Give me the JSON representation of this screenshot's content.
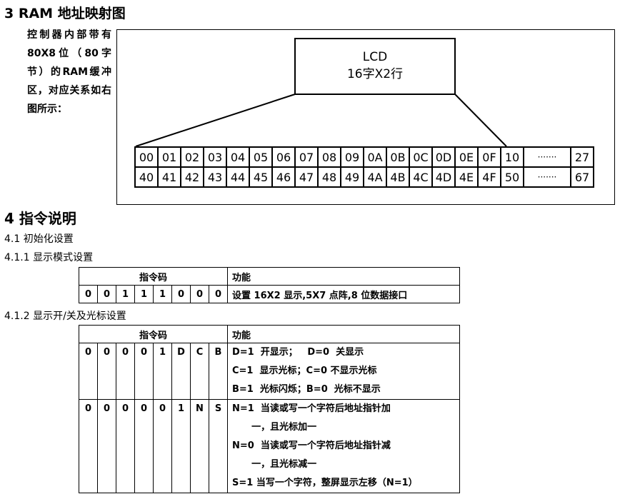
{
  "section3": {
    "title": "3 RAM 地址映射图"
  },
  "intro_text": "控制器内部带有80X8位（80字节）的RAM缓冲区，对应关系如右图所示：",
  "lcd_box": {
    "line1": "LCD",
    "line2": "16字X2行"
  },
  "ram_rows": [
    [
      "00",
      "01",
      "02",
      "03",
      "04",
      "05",
      "06",
      "07",
      "08",
      "09",
      "0A",
      "0B",
      "0C",
      "0D",
      "0E",
      "0F",
      "10",
      "·······",
      "27"
    ],
    [
      "40",
      "41",
      "42",
      "43",
      "44",
      "45",
      "46",
      "47",
      "48",
      "49",
      "4A",
      "4B",
      "4C",
      "4D",
      "4E",
      "4F",
      "50",
      "·······",
      "67"
    ]
  ],
  "section4": {
    "title": "4 指令说明"
  },
  "s41": "4.1 初始化设置",
  "s411": "4.1.1  显示模式设置",
  "s412": "4.1.2  显示开/关及光标设置",
  "table1": {
    "header_code": "指令码",
    "header_fn": "功能",
    "bits": [
      "0",
      "0",
      "1",
      "1",
      "1",
      "0",
      "0",
      "0"
    ],
    "fn": "设置 16X2 显示,5X7 点阵,8 位数据接口"
  },
  "table2": {
    "header_code": "指令码",
    "header_fn": "功能",
    "row1_bits": [
      "0",
      "0",
      "0",
      "0",
      "1",
      "D",
      "C",
      "B"
    ],
    "row1_fn": [
      "D=1  开显示；   D=0  关显示",
      "C=1  显示光标；C=0 不显示光标",
      "B=1  光标闪烁；B=0  光标不显示"
    ],
    "row2_bits": [
      "0",
      "0",
      "0",
      "0",
      "0",
      "1",
      "N",
      "S"
    ],
    "row2_fn": [
      "N=1  当读或写一个字符后地址指针加",
      "      一，且光标加一",
      "N=0  当读或写一个字符后地址指针减",
      "      一，且光标减一",
      "S=1 当写一个字符，整屏显示左移（N=1）"
    ]
  }
}
